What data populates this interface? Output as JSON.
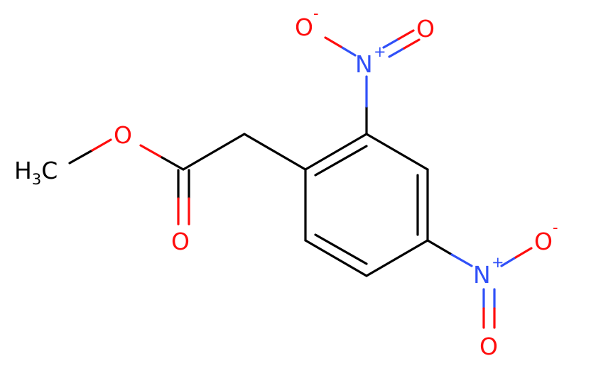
{
  "molecule": {
    "colors": {
      "carbon_bond": "#000000",
      "oxygen": "#ff0d0d",
      "nitrogen": "#3050f8",
      "background": "#ffffff"
    },
    "atoms": {
      "ester_methyl": {
        "main": "H",
        "sub": "3",
        "tail": "C"
      },
      "ester_oxygen": "O",
      "carbonyl_oxygen": "O",
      "nitro_ortho_n": "N",
      "nitro_ortho_n_charge": "+",
      "nitro_ortho_o_minus": "O",
      "nitro_ortho_o_minus_charge": "-",
      "nitro_ortho_o_double": "O",
      "nitro_para_n": "N",
      "nitro_para_n_charge": "+",
      "nitro_para_o_minus": "O",
      "nitro_para_o_minus_charge": "-",
      "nitro_para_o_double": "O"
    }
  }
}
